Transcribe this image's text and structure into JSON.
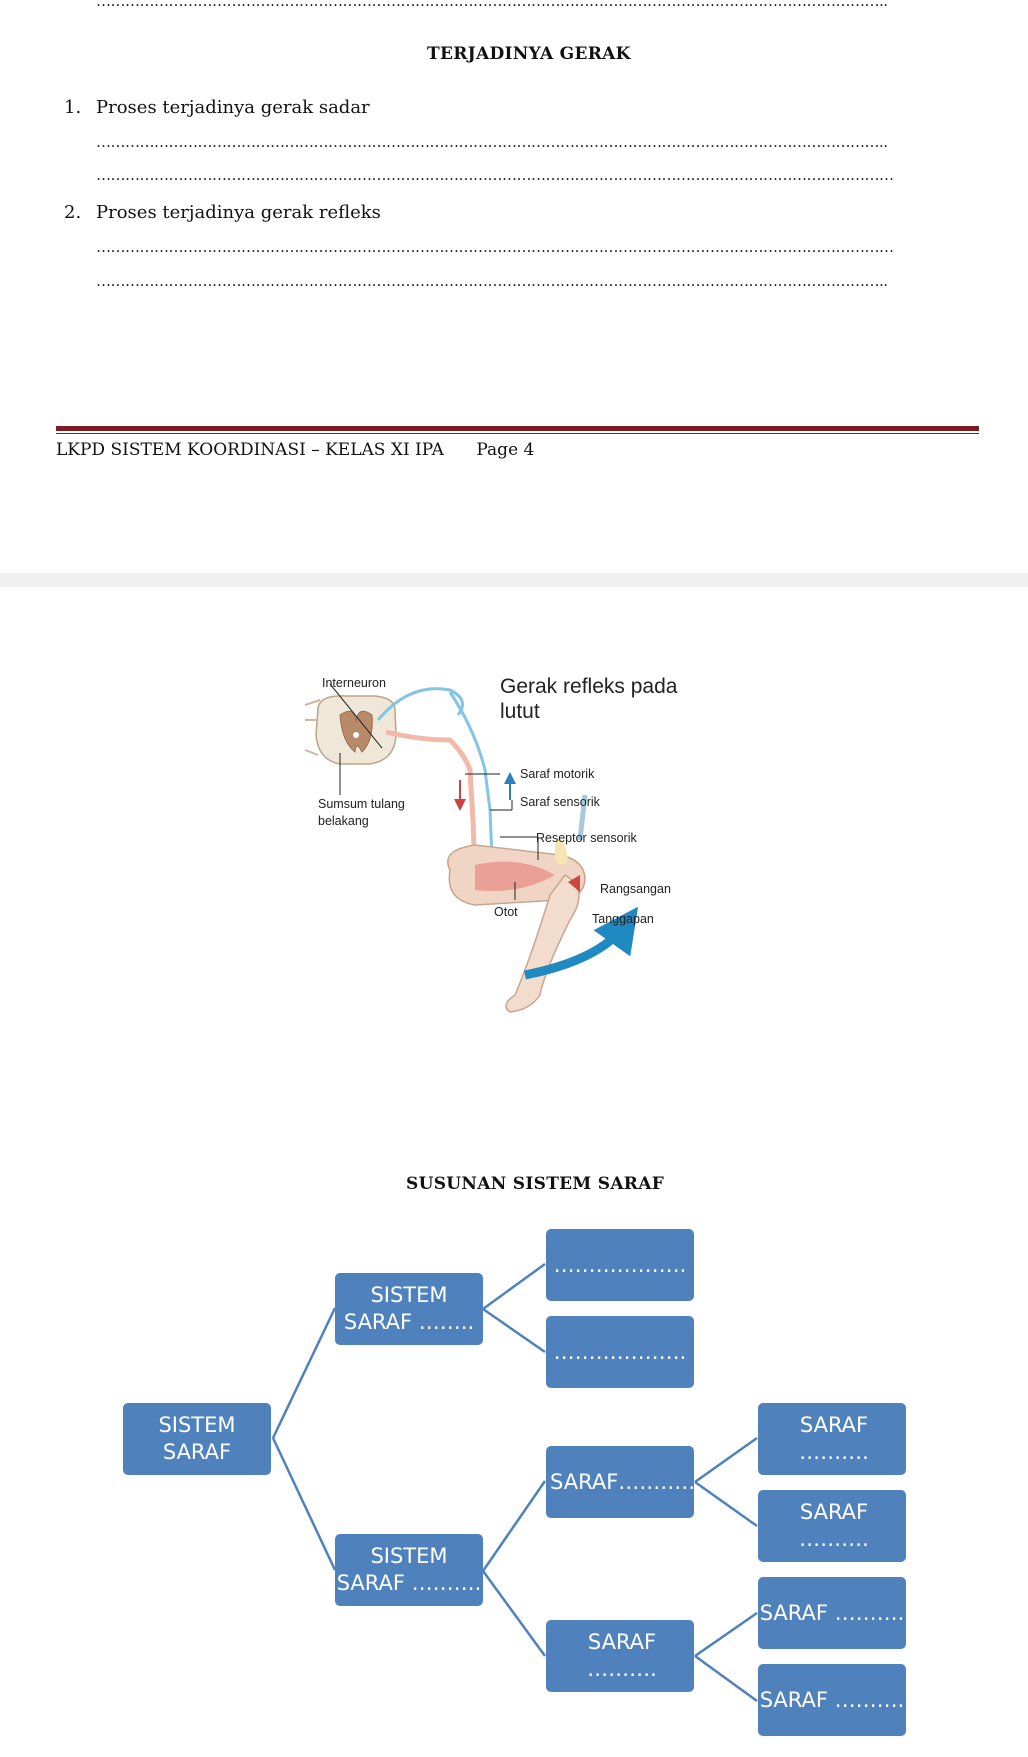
{
  "top_dots": "………………………………………………………………………………………………………………………………………………..",
  "section1": {
    "title": "TERJADINYA GERAK",
    "items": [
      {
        "number": "1.",
        "text": "Proses terjadinya gerak sadar",
        "lines": [
          "………………………………………………………………………………………………………………………………………………..",
          "…………………………………………………………………………………………………………………………………………………"
        ]
      },
      {
        "number": "2.",
        "text": "Proses terjadinya gerak refleks",
        "lines": [
          "…………………………………………………………………………………………………………………………………………………",
          "……………………………………………………………………………………………………………………………………………….."
        ]
      }
    ]
  },
  "footer": {
    "text": "LKPD SISTEM KOORDINASI – KELAS XI IPA",
    "page": "Page 4"
  },
  "figure": {
    "title_line1": "Gerak refleks pada",
    "title_line2": "lutut",
    "labels": {
      "interneuron": "Interneuron",
      "sumsum1": "Sumsum tulang",
      "sumsum2": "belakang",
      "saraf_motorik": "Saraf motorik",
      "saraf_sensorik": "Saraf sensorik",
      "reseptor": "Reseptor sensorik",
      "rangsangan": "Rangsangan",
      "otot": "Otot",
      "tanggapan": "Tanggapan"
    }
  },
  "section2": {
    "title": "SUSUNAN SISTEM SARAF",
    "root": {
      "line1": "SISTEM",
      "line2": "SARAF"
    },
    "branch_a": {
      "line1": "SISTEM",
      "line2": "SARAF ……..",
      "children": [
        "……………….",
        "………………."
      ]
    },
    "branch_b": {
      "line1": "SISTEM",
      "line2": "SARAF ……….",
      "children": [
        {
          "label": "SARAF…………",
          "children": [
            "SARAF ……….",
            "SARAF ………."
          ]
        },
        {
          "label": "SARAF ……….",
          "children": [
            "SARAF ……….",
            "SARAF ………."
          ]
        }
      ]
    }
  }
}
